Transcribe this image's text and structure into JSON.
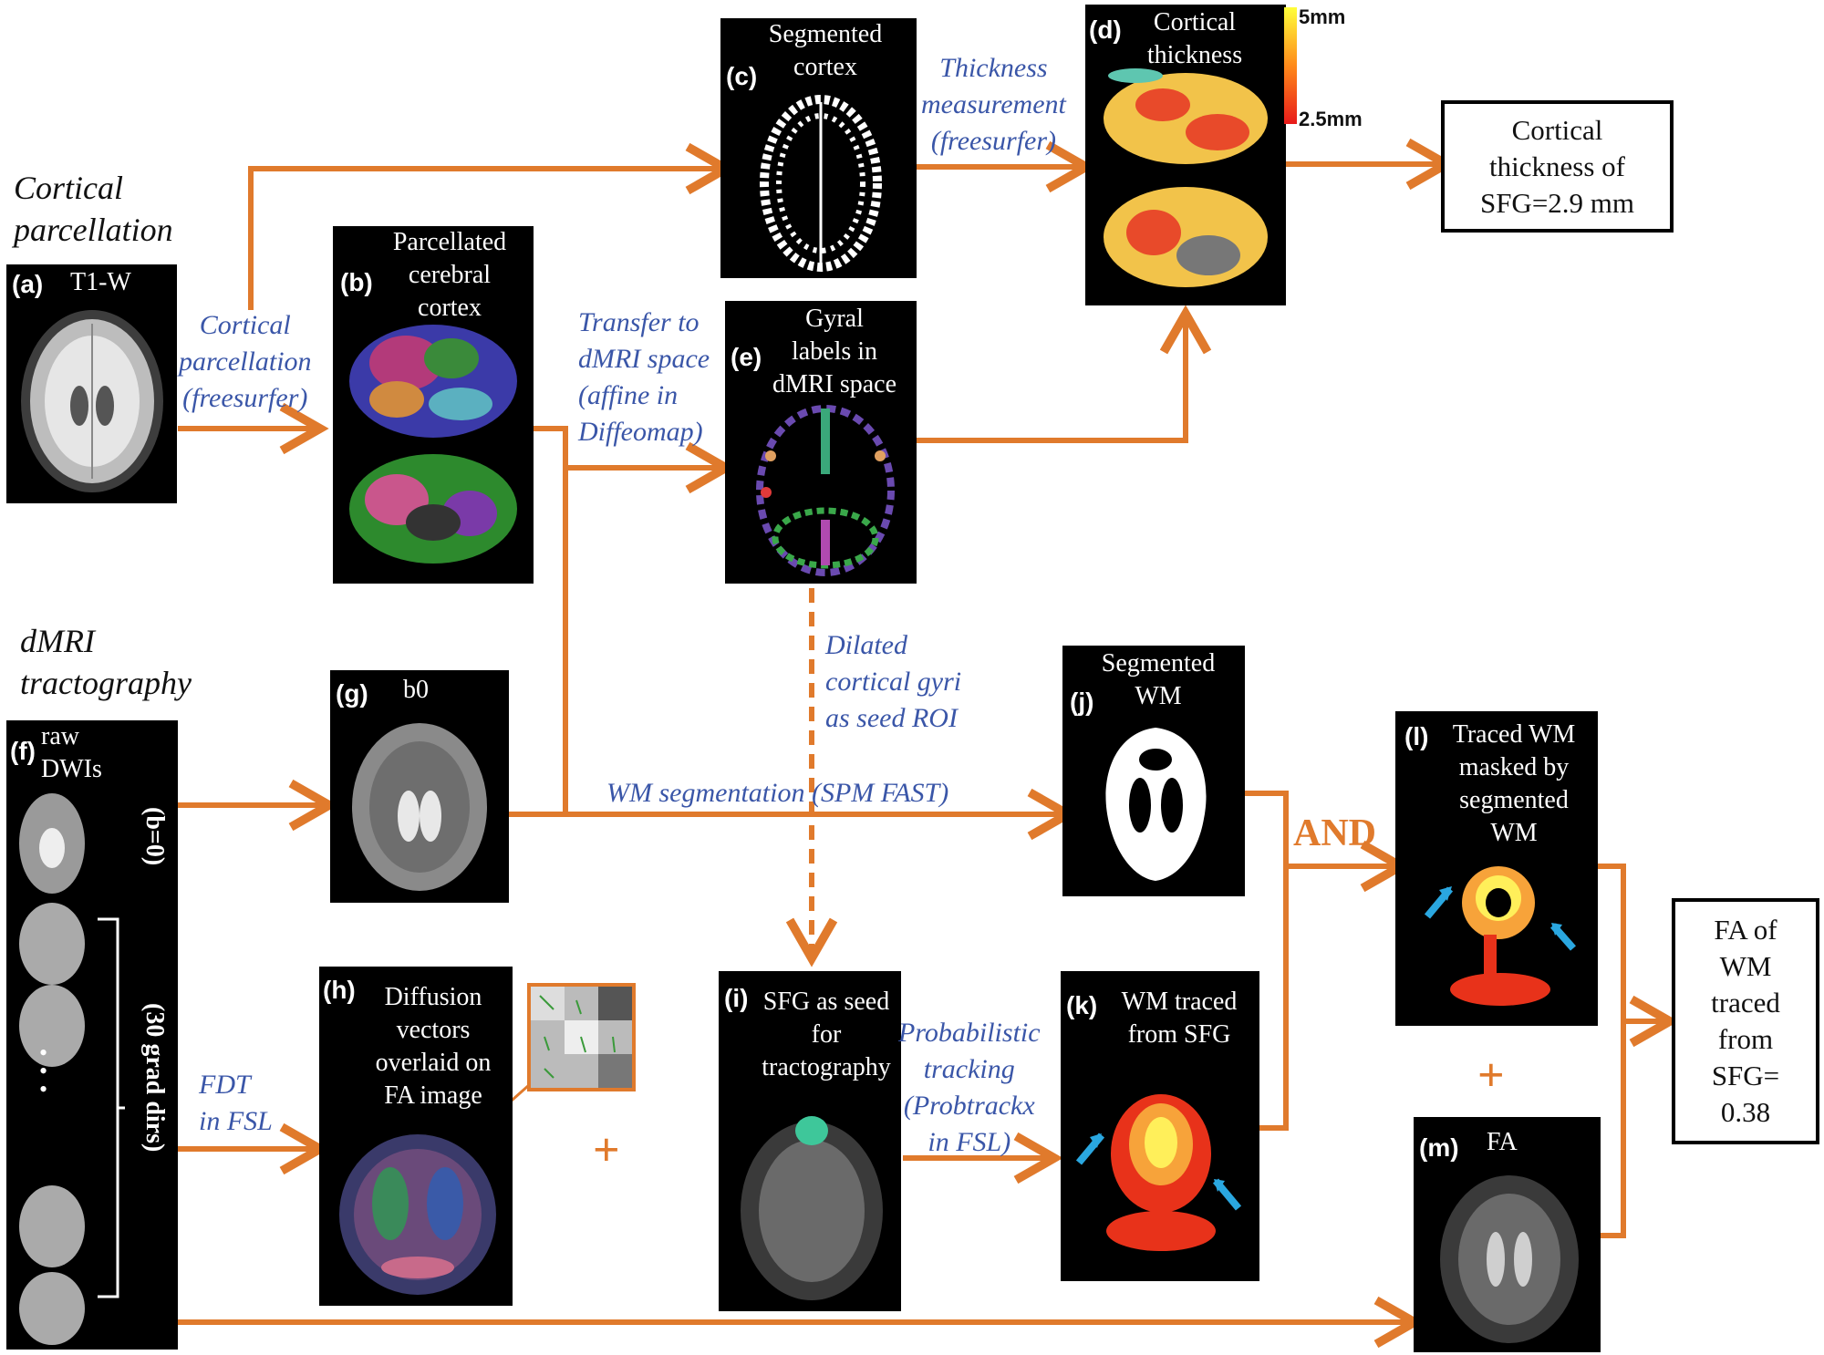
{
  "sections": {
    "cortical": "Cortical\nparcellation",
    "dmri": "dMRI\ntractography"
  },
  "panels": {
    "a": {
      "letter": "(a)",
      "title": "T1-W"
    },
    "b": {
      "letter": "(b)",
      "title": "Parcellated\ncerebral\ncortex"
    },
    "c": {
      "letter": "(c)",
      "title": "Segmented\ncortex"
    },
    "d": {
      "letter": "(d)",
      "title": "Cortical\nthickness",
      "scale_max": "5mm",
      "scale_min": "2.5mm"
    },
    "e": {
      "letter": "(e)",
      "title": "Gyral\nlabels in\ndMRI space"
    },
    "f": {
      "letter": "(f)",
      "title": "raw\nDWIs",
      "b0_label": "(b=0)",
      "grad_label": "(30 grad dirs)",
      "dots": "•\n•\n•"
    },
    "g": {
      "letter": "(g)",
      "title": "b0"
    },
    "h": {
      "letter": "(h)",
      "title": "Diffusion\nvectors\noverlaid on\nFA image"
    },
    "i": {
      "letter": "(i)",
      "title": "SFG as seed\nfor\ntractography"
    },
    "j": {
      "letter": "(j)",
      "title": "Segmented\nWM"
    },
    "k": {
      "letter": "(k)",
      "title": "WM traced\nfrom SFG"
    },
    "l": {
      "letter": "(l)",
      "title": "Traced WM\nmasked by\nsegmented\nWM"
    },
    "m": {
      "letter": "(m)",
      "title": "FA"
    }
  },
  "edge_labels": {
    "cortical_parcellation": "Cortical\nparcellation\n(freesurfer)",
    "thickness": "Thickness\nmeasurement\n(freesurfer)",
    "transfer": "Transfer to\ndMRI space\n(affine in\nDiffeomap)",
    "dilated": "Dilated\ncortical gyri\nas seed ROI",
    "wm_seg": "WM segmentation (SPM FAST)",
    "fdt": "FDT\nin FSL",
    "probabilistic": "Probabilistic\ntracking\n(Probtrackx\nin FSL)"
  },
  "results": {
    "thickness": "Cortical\nthickness of\nSFG=2.9 mm",
    "fa": "FA of\nWM\ntraced\nfrom\nSFG=\n0.38"
  },
  "operators": {
    "and": "AND",
    "plus": "+"
  },
  "colors": {
    "arrow": "#e07a2c",
    "edge_label": "#3a56a8",
    "cyan_arrow": "#2aa7e0"
  }
}
